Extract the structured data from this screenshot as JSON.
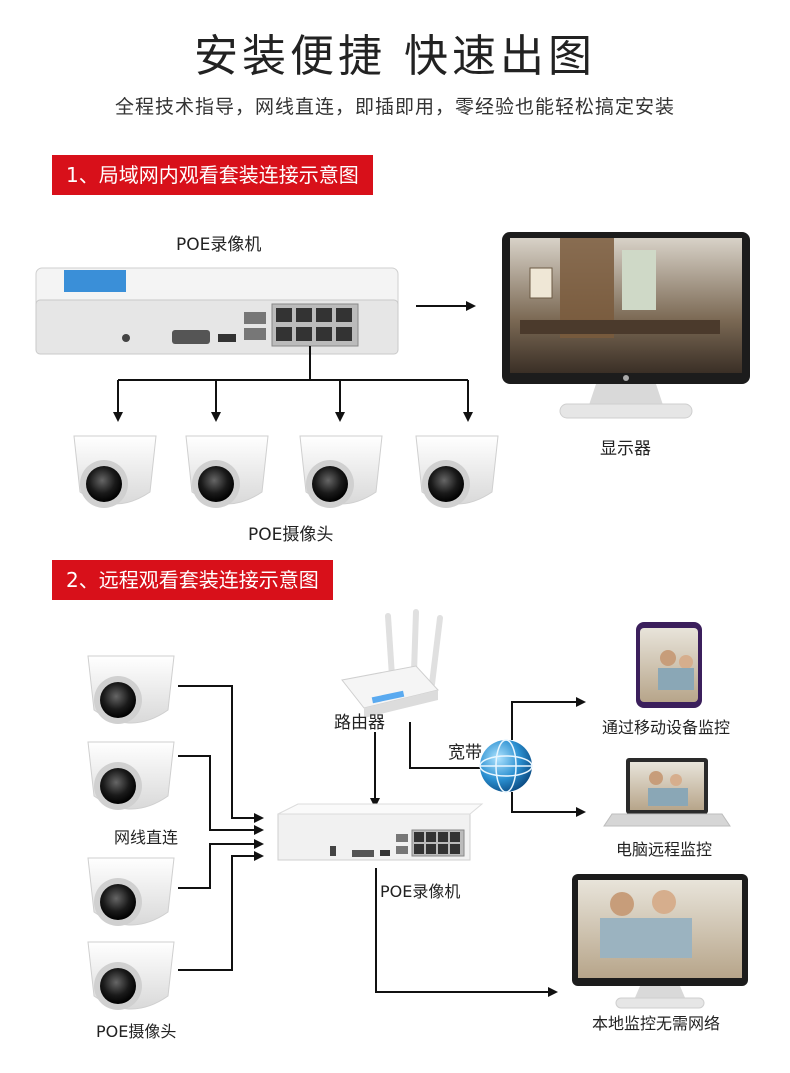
{
  "header": {
    "title": "安装便捷 快速出图",
    "subtitle": "全程技术指导，网线直连，即插即用，零经验也能轻松搞定安装"
  },
  "section1": {
    "banner": "1、局域网内观看套装连接示意图",
    "nvr_label": "POE录像机",
    "monitor_label": "显示器",
    "camera_label": "POE摄像头"
  },
  "section2": {
    "banner": "2、远程观看套装连接示意图",
    "router_label": "路由器",
    "broadband_label": "宽带",
    "direct_label": "网线直连",
    "camera_label": "POE摄像头",
    "nvr_label": "POE录像机",
    "mobile_label": "通过移动设备监控",
    "pc_label": "电脑远程监控",
    "local_label": "本地监控无需网络"
  },
  "colors": {
    "banner": "#d8101a",
    "line": "#111111",
    "globe": "#2a8fd0"
  }
}
